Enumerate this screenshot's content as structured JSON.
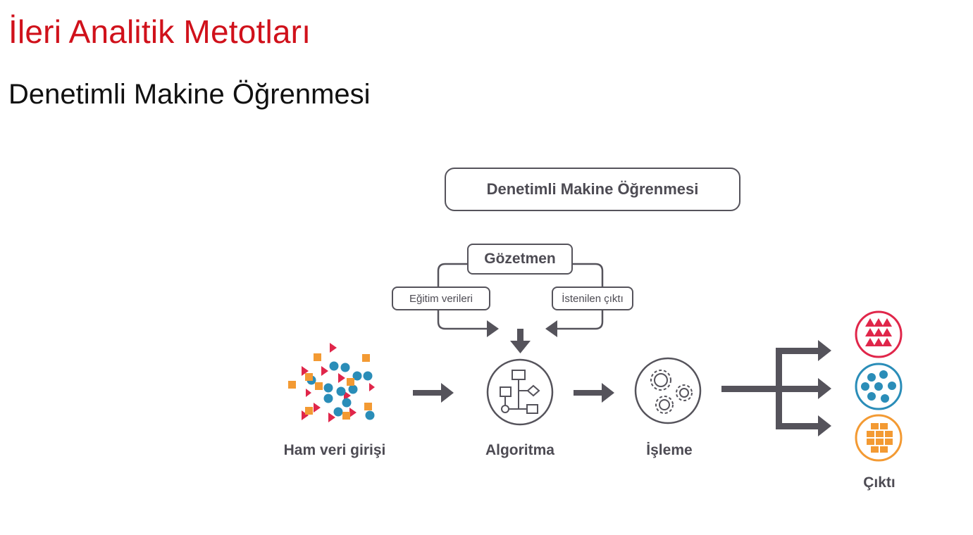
{
  "slide": {
    "title": "İleri Analitik Metotları",
    "subtitle": "Denetimli Makine Öğrenmesi"
  },
  "diagram": {
    "header": "Denetimli Makine Öğrenmesi",
    "supervisor": "Gözetmen",
    "training_data": "Eğitim verileri",
    "desired_output": "İstenilen çıktı",
    "steps": {
      "raw_input": "Ham veri girişi",
      "algorithm": "Algoritma",
      "processing": "İşleme",
      "output": "Çıktı"
    }
  },
  "colors": {
    "title_red": "#d0111b",
    "diagram_gray": "#55535b",
    "red_triangle": "#e0264a",
    "blue_circle": "#2a8db8",
    "orange_square": "#f39a33"
  },
  "icons": {
    "algorithm": "flowchart-icon",
    "processing": "gears-icon",
    "output_classes": [
      "triangles-class-icon",
      "circles-class-icon",
      "squares-class-icon"
    ]
  }
}
